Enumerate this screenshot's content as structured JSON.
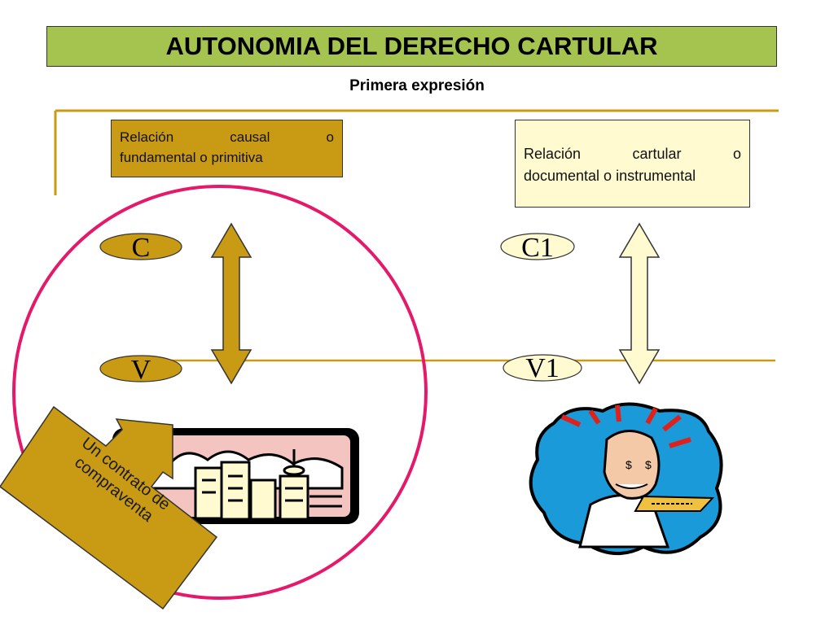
{
  "title": "AUTONOMIA DEL DERECHO CARTULAR",
  "subtitle": "Primera expresión",
  "left_box": {
    "line1": "Relación causal o",
    "line2": "fundamental o primitiva"
  },
  "right_box": {
    "line1": "Relación cartular o",
    "line2": "documental o instrumental"
  },
  "nodes": {
    "c": "C",
    "v": "V",
    "c1": "C1",
    "v1": "V1"
  },
  "callout": "Un contrato de compraventa",
  "colors": {
    "title_bg": "#a5c44f",
    "gold": "#c99a13",
    "cream": "#fffad0",
    "circle": "#e6186a"
  }
}
